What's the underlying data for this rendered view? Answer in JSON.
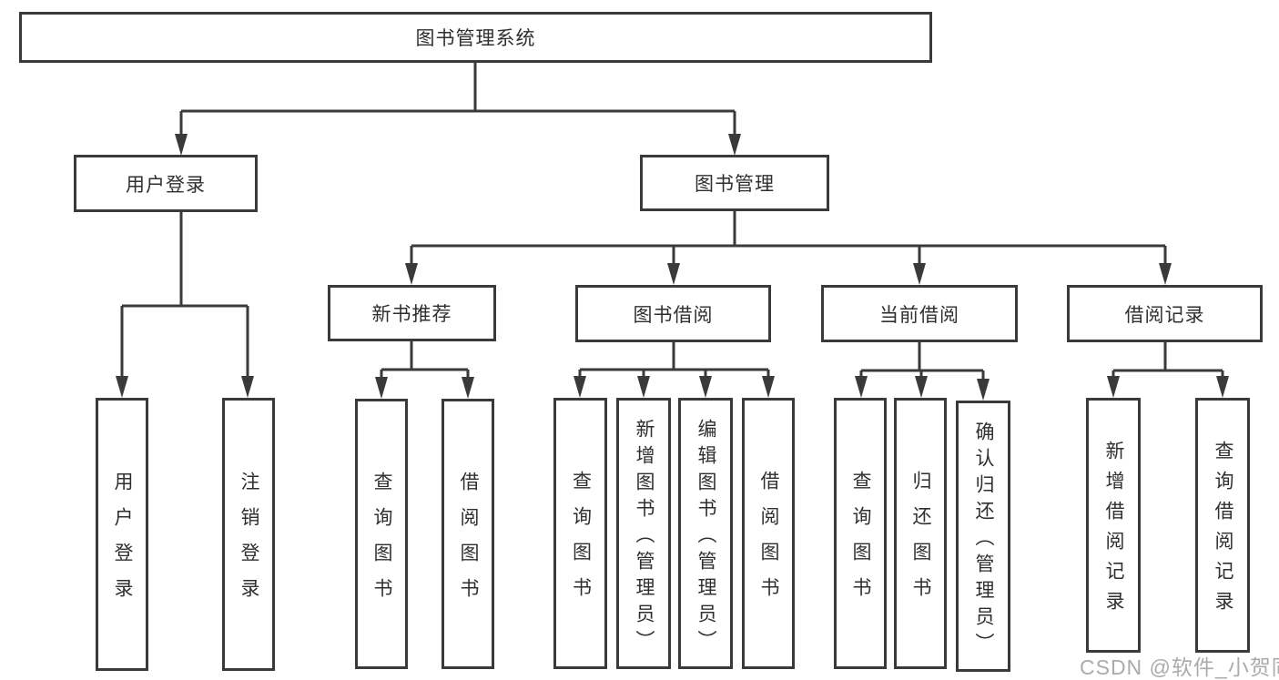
{
  "tree": {
    "label": "图书管理系统",
    "children": [
      {
        "label": "用户登录",
        "children": [
          {
            "label": "用户登录"
          },
          {
            "label": "注销登录"
          }
        ]
      },
      {
        "label": "图书管理",
        "children": [
          {
            "label": "新书推荐",
            "children": [
              {
                "label": "查询图书"
              },
              {
                "label": "借阅图书"
              }
            ]
          },
          {
            "label": "图书借阅",
            "children": [
              {
                "label": "查询图书"
              },
              {
                "label": "新增图书（管理员）"
              },
              {
                "label": "编辑图书（管理员）"
              },
              {
                "label": "借阅图书"
              }
            ]
          },
          {
            "label": "当前借阅",
            "children": [
              {
                "label": "查询图书"
              },
              {
                "label": "归还图书"
              },
              {
                "label": "确认归还（管理员）"
              }
            ]
          },
          {
            "label": "借阅记录",
            "children": [
              {
                "label": "新增借阅记录"
              },
              {
                "label": "查询借阅记录"
              }
            ]
          }
        ]
      }
    ]
  },
  "watermark": {
    "text": "CSDN @软件_小贺同学"
  },
  "colors": {
    "line": "#3a3a3a",
    "box_border": "#3a3a3a",
    "box_fill": "#ffffff",
    "text": "#2f2f2f",
    "watermark": "#ababab"
  }
}
